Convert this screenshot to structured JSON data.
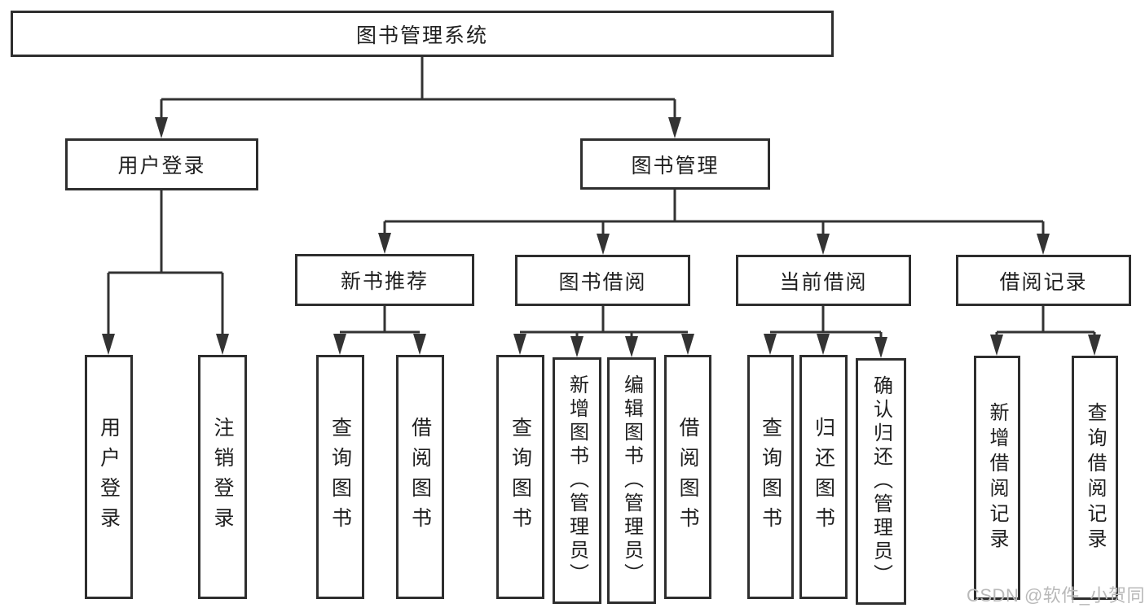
{
  "diagram": {
    "title": {
      "label": "图书管理系统"
    },
    "level2": {
      "user_login": "用户登录",
      "book_mgmt": "图书管理"
    },
    "level3": {
      "new_book": "新书推荐",
      "borrow": "图书借阅",
      "current": "当前借阅",
      "records": "借阅记录"
    },
    "leaves": {
      "login": [
        "用户登录",
        "注销登录"
      ],
      "new_book": [
        "查询图书",
        "借阅图书"
      ],
      "borrow": [
        "查询图书",
        "新增图书（管理员）",
        "编辑图书（管理员）",
        "借阅图书"
      ],
      "current": [
        "查询图书",
        "归还图书",
        "确认归还（管理员）"
      ],
      "records": [
        "新增借阅记录",
        "查询借阅记录"
      ]
    },
    "watermark": "CSDN @软件_小贺同学",
    "colors": {
      "line": "#333333",
      "box_border": "#2e2e2e",
      "text": "#1f1f1f",
      "watermark": "#b9b9b9",
      "background": "#ffffff"
    }
  }
}
